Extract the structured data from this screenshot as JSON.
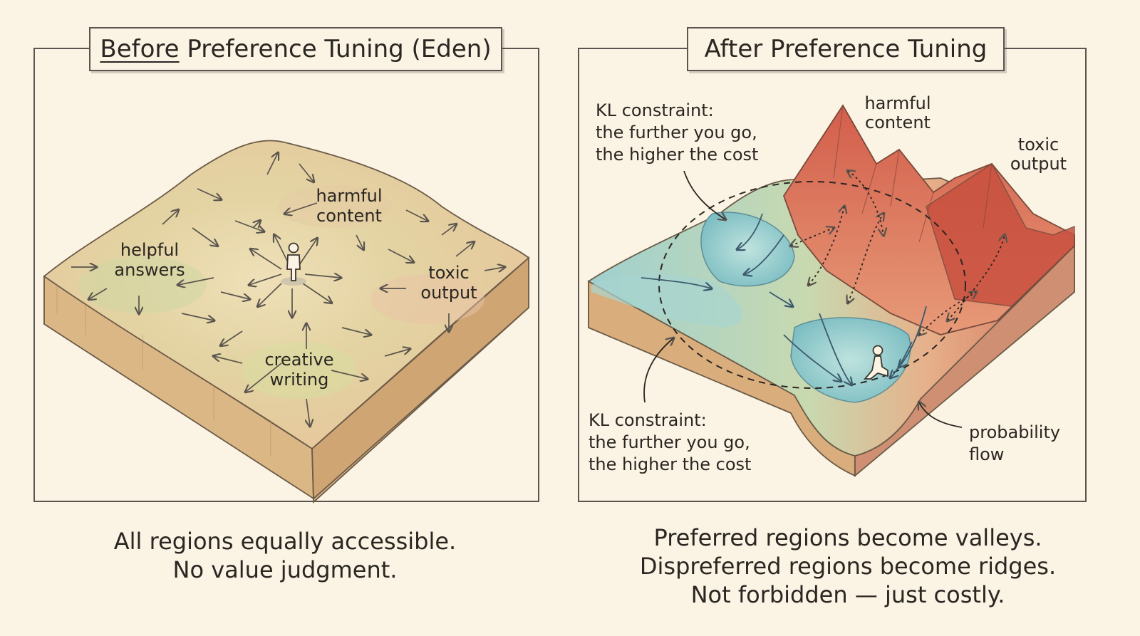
{
  "left_panel": {
    "title_first_word": "Before",
    "title_rest": "Preference Tuning (Eden)",
    "labels": {
      "harmful": "harmful content",
      "helpful": "helpful answers",
      "toxic": "toxic output",
      "creative": "creative writing"
    },
    "caption_line1": "All regions equally accessible.",
    "caption_line2": "No value judgment."
  },
  "right_panel": {
    "title": "After Preference Tuning",
    "labels": {
      "kl_top_l1": "KL constraint:",
      "kl_top_l2": "the further you go,",
      "kl_top_l3": "the higher the cost",
      "harmful_l1": "harmful",
      "harmful_l2": "content",
      "toxic_l1": "toxic",
      "toxic_l2": "output",
      "kl_bottom_l1": "KL constraint:",
      "kl_bottom_l2": "the further you go,",
      "kl_bottom_l3": "the higher the cost",
      "flow_l1": "probability",
      "flow_l2": "flow"
    },
    "caption_line1": "Preferred regions become valleys.",
    "caption_line2": "Dispreferred regions become ridges.",
    "caption_line3": "Not forbidden — just costly."
  },
  "colors": {
    "background": "#fbf3e3",
    "ink": "#2a2622",
    "terrain_sand": "#e8cfa5",
    "terrain_green": "#cdd6a4",
    "valley_blue": "#9ccfd0",
    "ridge_red": "#d9705a"
  }
}
